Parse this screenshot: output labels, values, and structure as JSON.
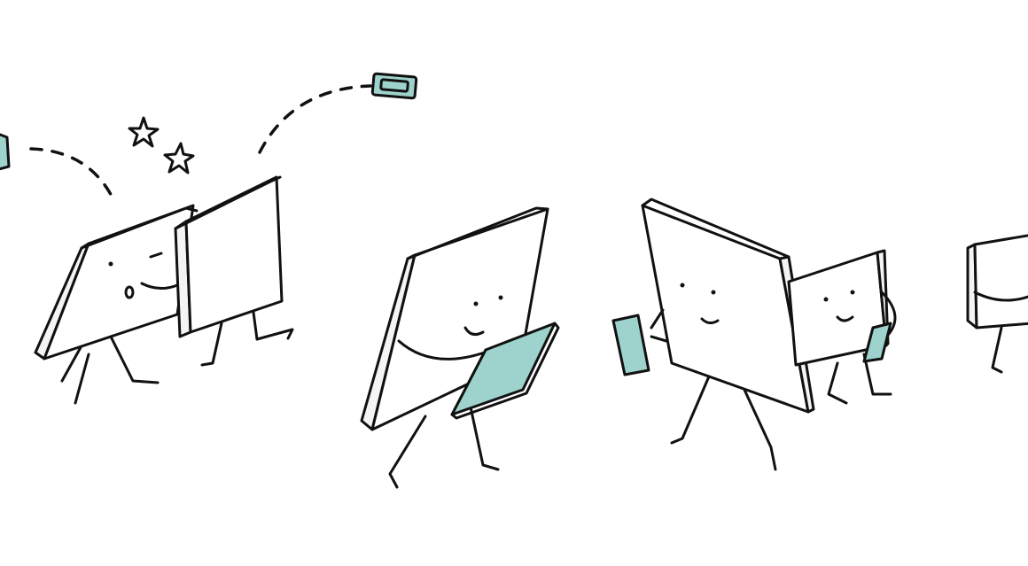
{
  "colors": {
    "background": "#ffffff",
    "ink": "#111111",
    "accent_teal": "#9dd3cc"
  },
  "icons": [
    "device-character",
    "tablet",
    "phone",
    "star",
    "dashed-trajectory"
  ]
}
